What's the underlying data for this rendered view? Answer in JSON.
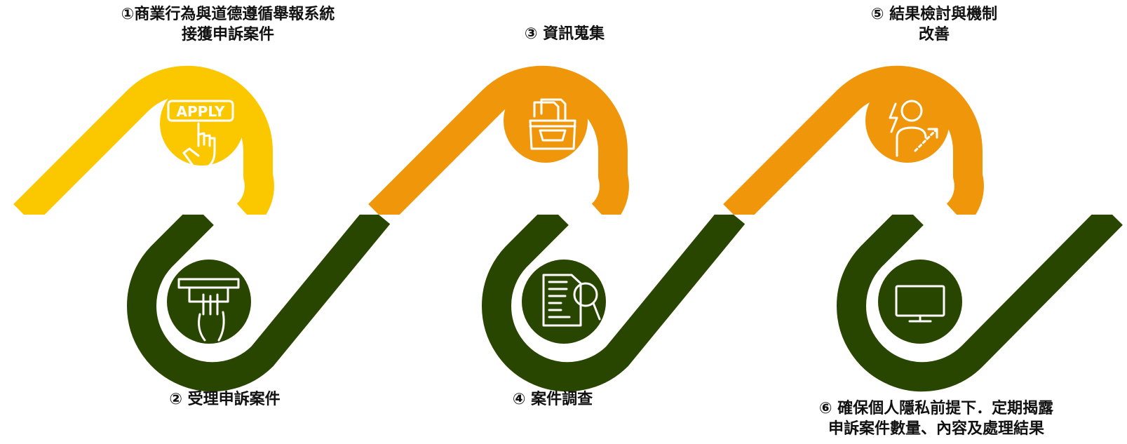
{
  "colors": {
    "yellow": "#FBC800",
    "orange": "#F0960A",
    "green": "#294600",
    "icon_stroke": "#ffffff",
    "text": "#111111"
  },
  "steps": [
    {
      "number": "①",
      "lines": [
        "商業行為與道德遵循舉報系統",
        "接獲申訴案件"
      ],
      "icon": "apply-click-icon",
      "color": "yellow"
    },
    {
      "number": "②",
      "lines": [
        "受理申訴案件"
      ],
      "icon": "hand-inserting-card-icon",
      "color": "green"
    },
    {
      "number": "③",
      "lines": [
        "資訊蒐集"
      ],
      "icon": "file-drawer-icon",
      "color": "orange"
    },
    {
      "number": "④",
      "lines": [
        "案件調查"
      ],
      "icon": "document-magnifier-icon",
      "color": "green"
    },
    {
      "number": "⑤",
      "lines": [
        "結果檢討與機制",
        "改善"
      ],
      "icon": "person-growth-icon",
      "color": "orange"
    },
    {
      "number": "⑥",
      "lines": [
        "確保個人隱私前提下．定期揭露",
        "申訴案件數量、內容及處理結果"
      ],
      "icon": "monitor-icon",
      "color": "green"
    }
  ],
  "icon_text": {
    "apply": "APPLY"
  }
}
